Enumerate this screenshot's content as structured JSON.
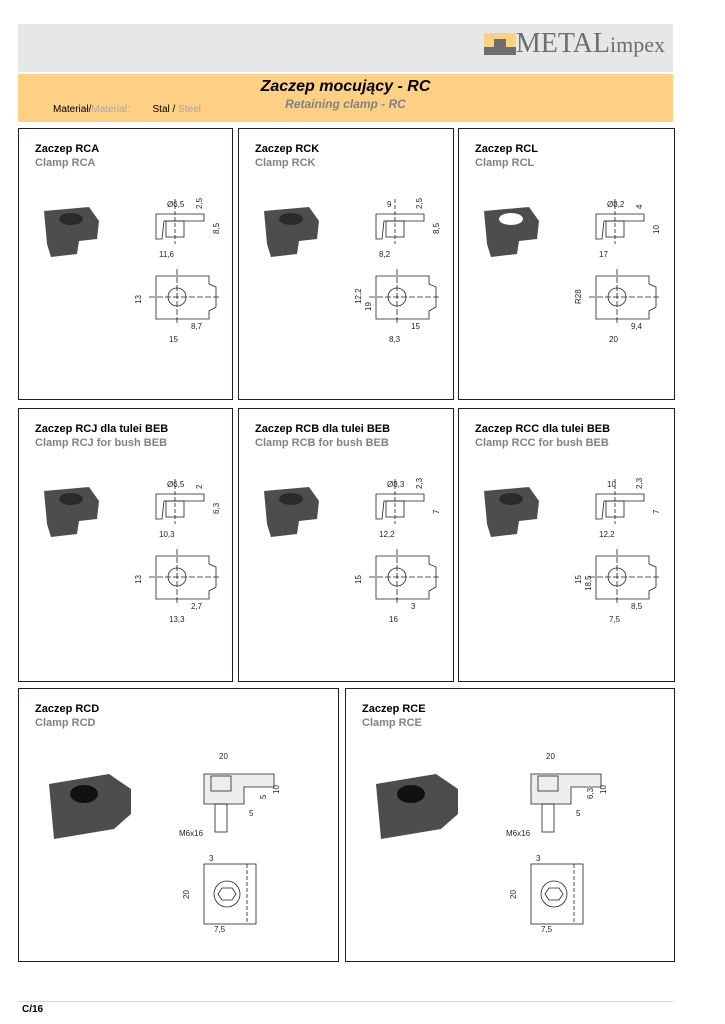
{
  "header": {
    "logo_main": "METAL",
    "logo_sub": "impex",
    "title": "Zaczep mocujący - RC",
    "subtitle": "Retaining clamp - RC"
  },
  "material": {
    "label_pl": "Materiał/",
    "label_en": "Material:",
    "value_pl": "Stal / ",
    "value_en": "Steel"
  },
  "colors": {
    "band": "#fdd083",
    "header_bg": "#e6e7e8",
    "gray_text": "#808285"
  },
  "panels": [
    {
      "title": "Zaczep RCA",
      "subtitle": "Clamp RCA",
      "dims": [
        "Ø6,5",
        "2,5",
        "8,5",
        "11,6",
        "13",
        "8,7",
        "15"
      ]
    },
    {
      "title": "Zaczep RCK",
      "subtitle": "Clamp RCK",
      "dims": [
        "9",
        "2,5",
        "8,5",
        "8,2",
        "12,2",
        "15",
        "8,3",
        "19"
      ]
    },
    {
      "title": "Zaczep RCL",
      "subtitle": "Clamp RCL",
      "dims": [
        "Ø8,2",
        "4",
        "10",
        "17",
        "R28",
        "9,4",
        "20"
      ]
    },
    {
      "title": "Zaczep RCJ dla tulei BEB",
      "subtitle": "Clamp RCJ for bush BEB",
      "dims": [
        "Ø6,5",
        "2",
        "6,3",
        "10,3",
        "13",
        "2,7",
        "13,3"
      ]
    },
    {
      "title": "Zaczep RCB dla tulei BEB",
      "subtitle": "Clamp RCB for bush BEB",
      "dims": [
        "Ø8,3",
        "2,3",
        "7",
        "12,2",
        "15",
        "3",
        "16"
      ]
    },
    {
      "title": "Zaczep RCC dla tulei BEB",
      "subtitle": "Clamp RCC for bush BEB",
      "dims": [
        "10",
        "2,3",
        "7",
        "12,2",
        "15",
        "8,5",
        "7,5",
        "18,5"
      ]
    },
    {
      "title": "Zaczep RCD",
      "subtitle": "Clamp RCD",
      "dims": [
        "20",
        "10",
        "5",
        "5",
        "M6x16",
        "3",
        "20",
        "7,5"
      ]
    },
    {
      "title": "Zaczep RCE",
      "subtitle": "Clamp RCE",
      "dims": [
        "20",
        "10",
        "6,3",
        "5",
        "M6x16",
        "3",
        "20",
        "7,5"
      ]
    }
  ],
  "footer": {
    "page": "C/16"
  }
}
